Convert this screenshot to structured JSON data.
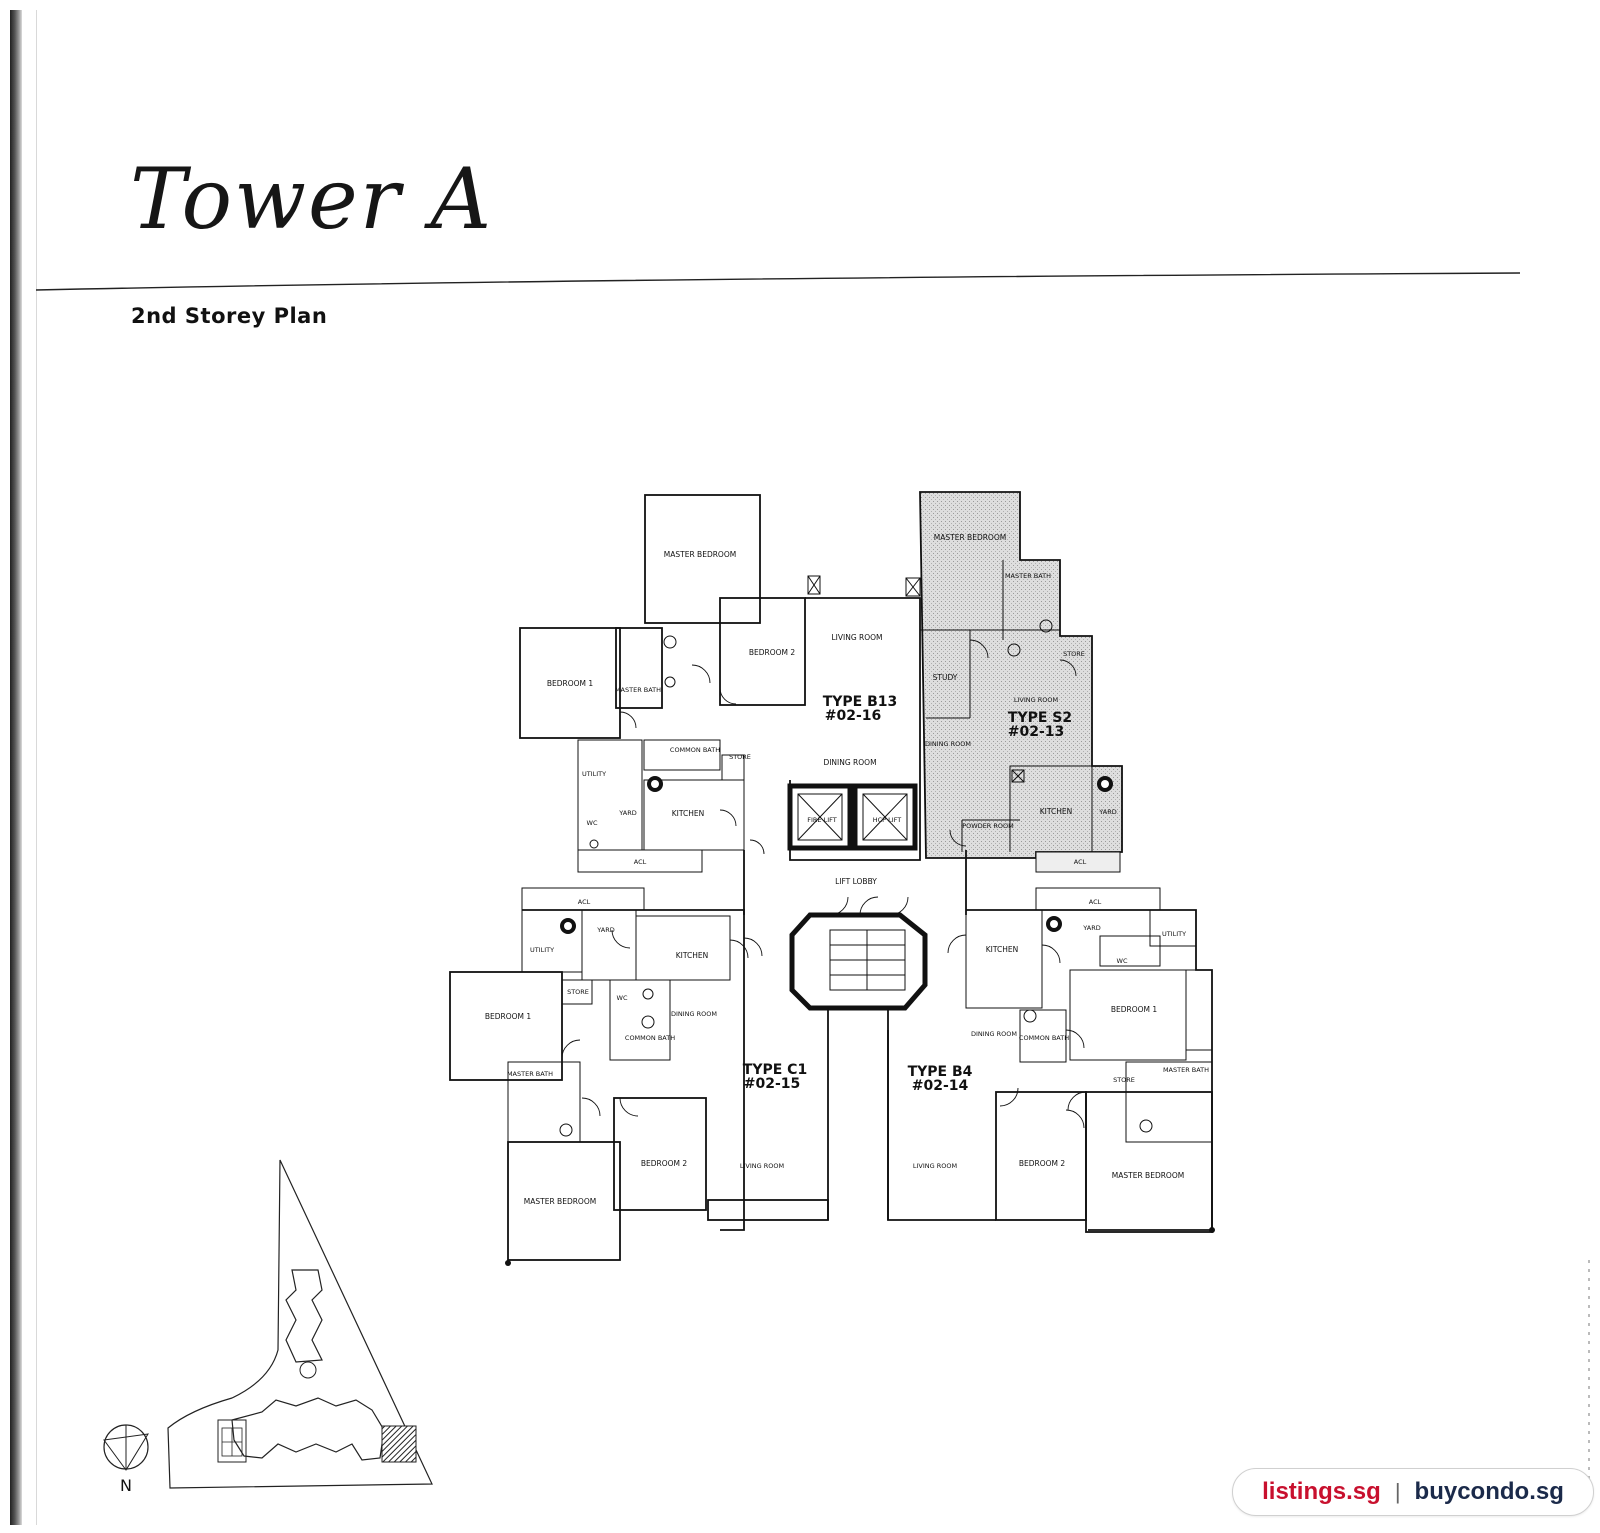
{
  "page": {
    "title": "Tower A",
    "subtitle": "2nd Storey Plan"
  },
  "units": [
    {
      "id": "b13",
      "type": "TYPE B13",
      "number": "#02-16"
    },
    {
      "id": "s2",
      "type": "TYPE S2",
      "number": "#02-13"
    },
    {
      "id": "c1",
      "type": "TYPE C1",
      "number": "#02-15"
    },
    {
      "id": "b4",
      "type": "TYPE B4",
      "number": "#02-14"
    }
  ],
  "rooms": {
    "master_bedroom": "MASTER BEDROOM",
    "bedroom_1": "BEDROOM 1",
    "bedroom_2": "BEDROOM 2",
    "living_room": "LIVING ROOM",
    "dining_room": "DINING ROOM",
    "master_bath": "MASTER BATH",
    "common_bath": "COMMON BATH",
    "kitchen": "KITCHEN",
    "utility": "UTILITY",
    "yard": "YARD",
    "store": "STORE",
    "wc": "WC",
    "acl": "ACL",
    "study": "STUDY",
    "powder_room": "POWDER ROOM",
    "lift_lobby": "LIFT LOBBY",
    "fire_lift": "FIRE LIFT",
    "hcp_lift": "HCP LIFT"
  },
  "key_plan": {
    "north_label": "N",
    "highlight_color": "#444444"
  },
  "watermark": {
    "site_a": "listings.sg",
    "separator": "|",
    "site_b": "buycondo.sg"
  },
  "colors": {
    "highlight_fill": "#dcdcdc",
    "site_a": "#c8102e",
    "site_b": "#1b2a4a"
  }
}
